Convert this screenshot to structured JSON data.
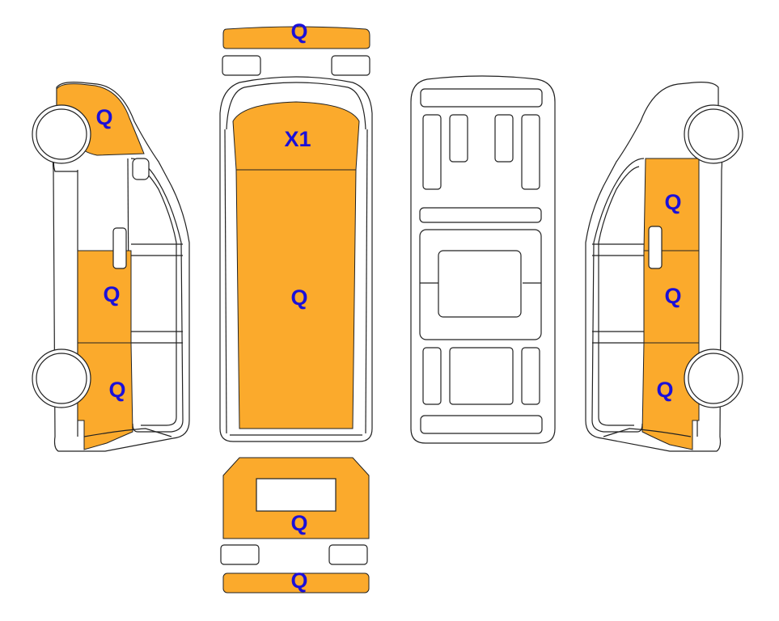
{
  "colors": {
    "damage_fill": "#FBAA2C",
    "label_color": "#1B10D8",
    "outline": "#222222",
    "background": "#FFFFFF"
  },
  "labels": {
    "front_bumper": "Q",
    "left_front": "Q",
    "left_middle": "Q",
    "left_rear": "Q",
    "windshield": "X1",
    "roof": "Q",
    "right_front": "Q",
    "right_middle": "Q",
    "right_rear": "Q",
    "rear_door": "Q",
    "rear_bumper": "Q"
  }
}
